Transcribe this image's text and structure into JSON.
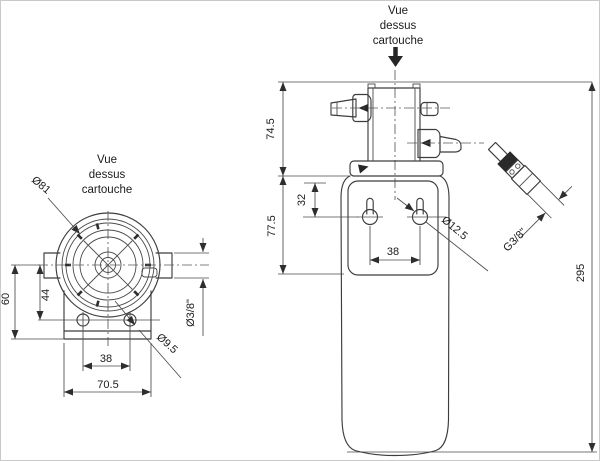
{
  "drawing": {
    "description_colors": {
      "line": "#3d3d3d",
      "dimension": "#4a4a4a",
      "text": "#1b1b1b",
      "background": "#ffffff"
    },
    "left_view": {
      "title_line_1": "Vue",
      "title_line_2": "dessus",
      "title_line_3": "cartouche",
      "label_outer_diameter": "Ø81",
      "dim_total_height": "60",
      "dim_hole_offset": "44",
      "dim_hole_spacing": "38",
      "dim_base_width": "70.5",
      "label_hole_diameter": "Ø9.5",
      "label_port_diameter": "Ø3/8\""
    },
    "right_view": {
      "title_line_1": "Vue",
      "title_line_2": "dessus",
      "title_line_3": "cartouche",
      "dim_head_height": "74.5",
      "dim_bracket_height": "77.5",
      "dim_slot_offset": "32",
      "dim_slot_spacing": "38",
      "label_slot_diameter": "Ø12.5",
      "label_thread_size": "G3/8\"",
      "dim_total_height": "295"
    }
  }
}
